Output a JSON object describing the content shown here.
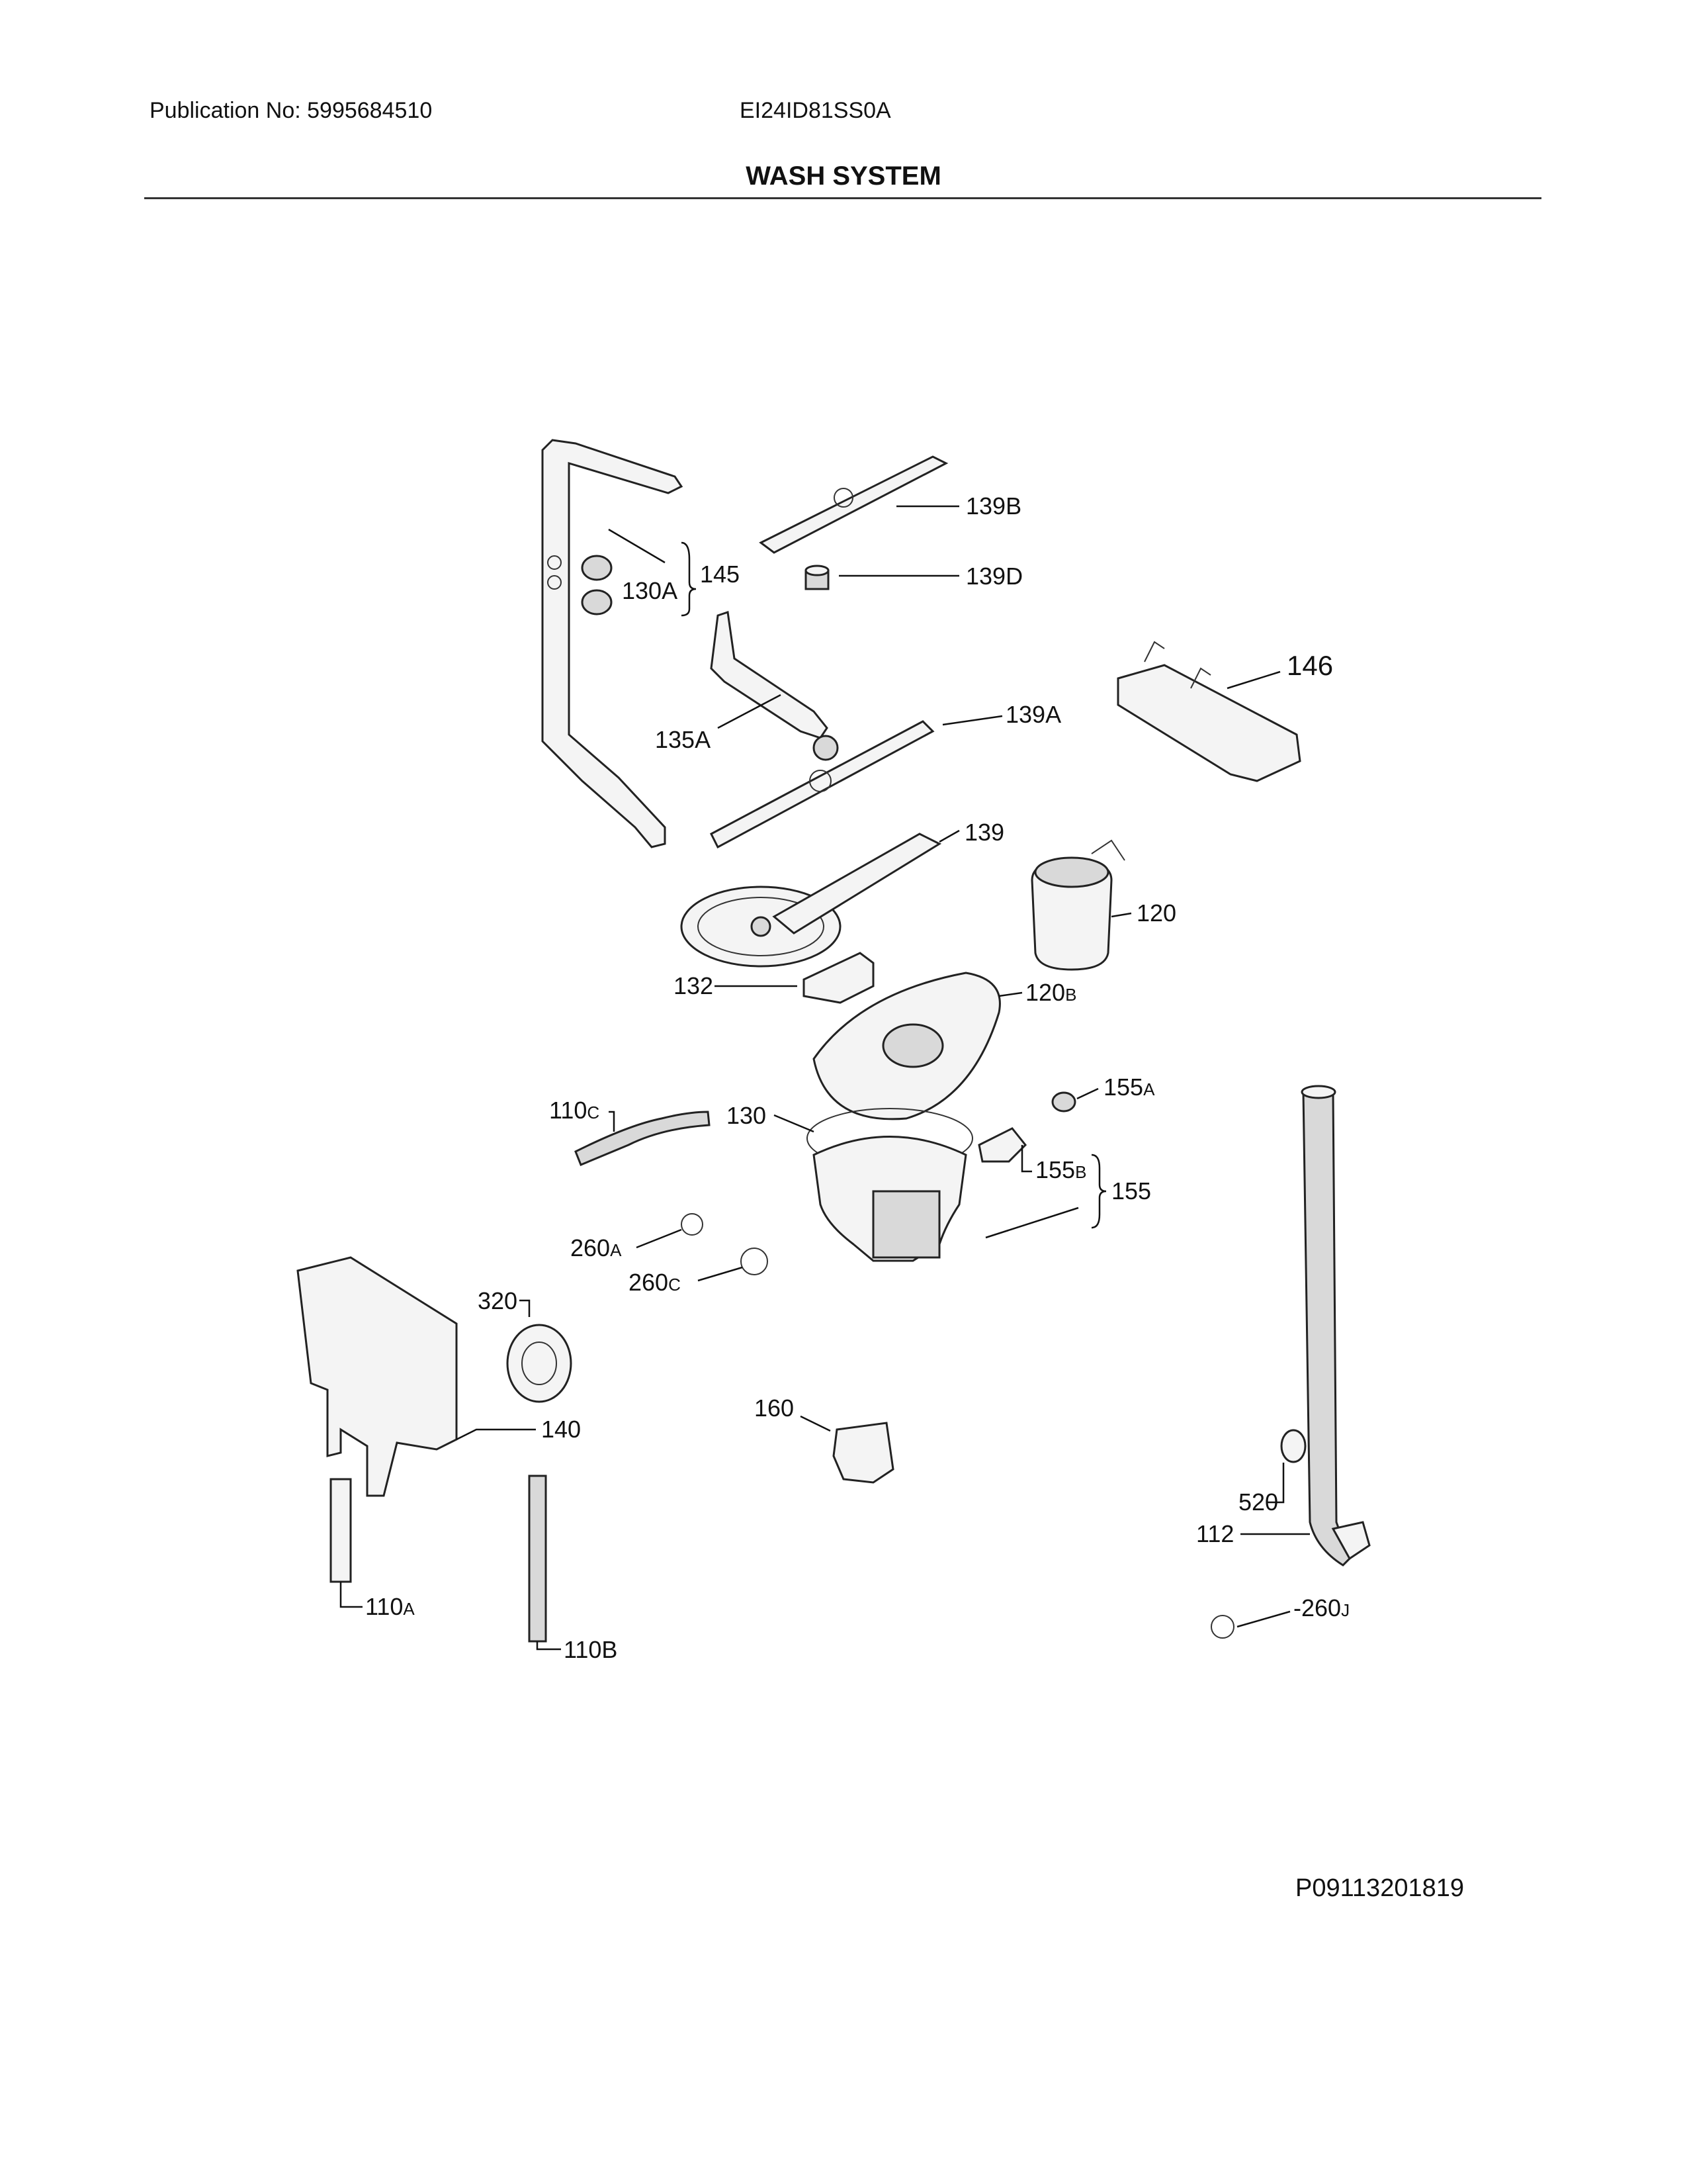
{
  "header": {
    "publication": "Publication No: 5995684510",
    "model": "EI24ID81SS0A",
    "title": "WASH SYSTEM"
  },
  "footer": {
    "code": "P09113201819"
  },
  "labels": {
    "p139B": "139B",
    "p139D": "139D",
    "p145": "145",
    "p130A": "130A",
    "p146": "146",
    "p135A": "135A",
    "p139A": "139A",
    "p139": "139",
    "p120": "120",
    "p132": "132",
    "p120B": {
      "main": "120",
      "sub": "B"
    },
    "p155A": {
      "main": "155",
      "sub": "A"
    },
    "p110C": {
      "main": "110",
      "sub": "C"
    },
    "p130": "130",
    "p155B": {
      "main": "155",
      "sub": "B"
    },
    "p155": "155",
    "p260A": {
      "main": "260",
      "sub": "A"
    },
    "p260C": {
      "main": "260",
      "sub": "C"
    },
    "p320": "320",
    "p140": "140",
    "p160": "160",
    "p520": "520",
    "p112": "112",
    "p260J": {
      "main": "-260",
      "sub": "J"
    },
    "p110A": {
      "main": "110",
      "sub": "A"
    },
    "p110B": "110B"
  }
}
